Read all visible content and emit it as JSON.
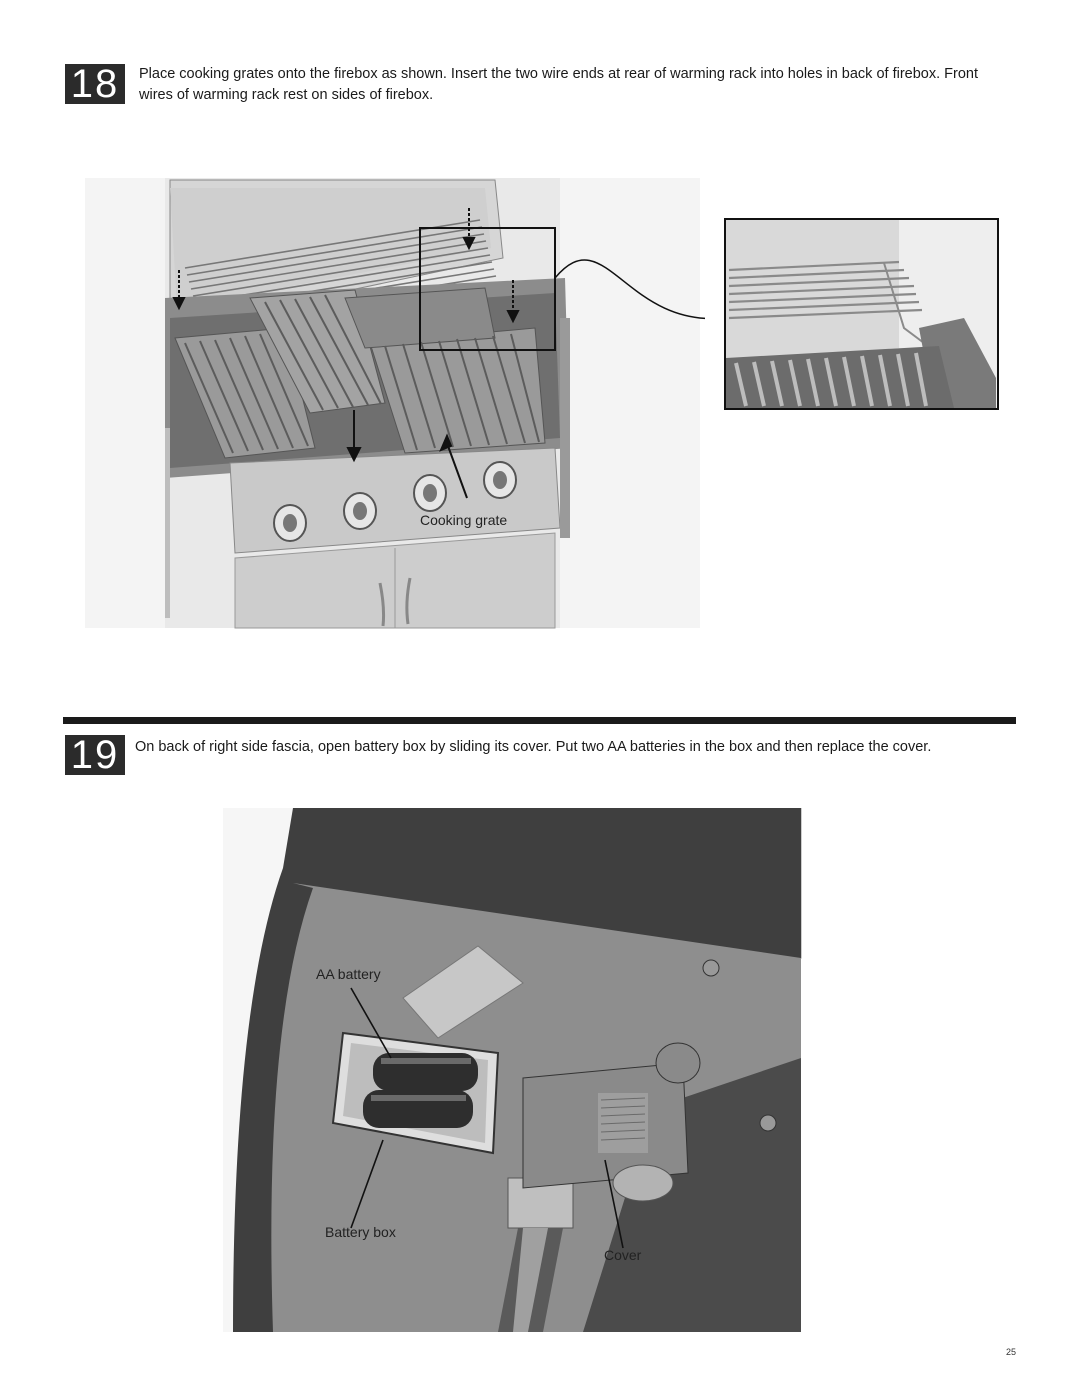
{
  "steps": [
    {
      "number": "18",
      "text": "Place cooking grates onto the firebox as shown. Insert the two wire ends at rear of warming rack into holes in back of firebox. Front wires of warming rack rest on sides of firebox.",
      "callouts": {
        "cooking_grate": "Cooking grate"
      }
    },
    {
      "number": "19",
      "text": "On back of right side fascia, open battery box by sliding its cover. Put two AA batteries in the box and then replace the cover.",
      "callouts": {
        "aa_battery": "AA battery",
        "battery_box": "Battery box",
        "cover": "Cover"
      }
    }
  ],
  "page_number": "25"
}
